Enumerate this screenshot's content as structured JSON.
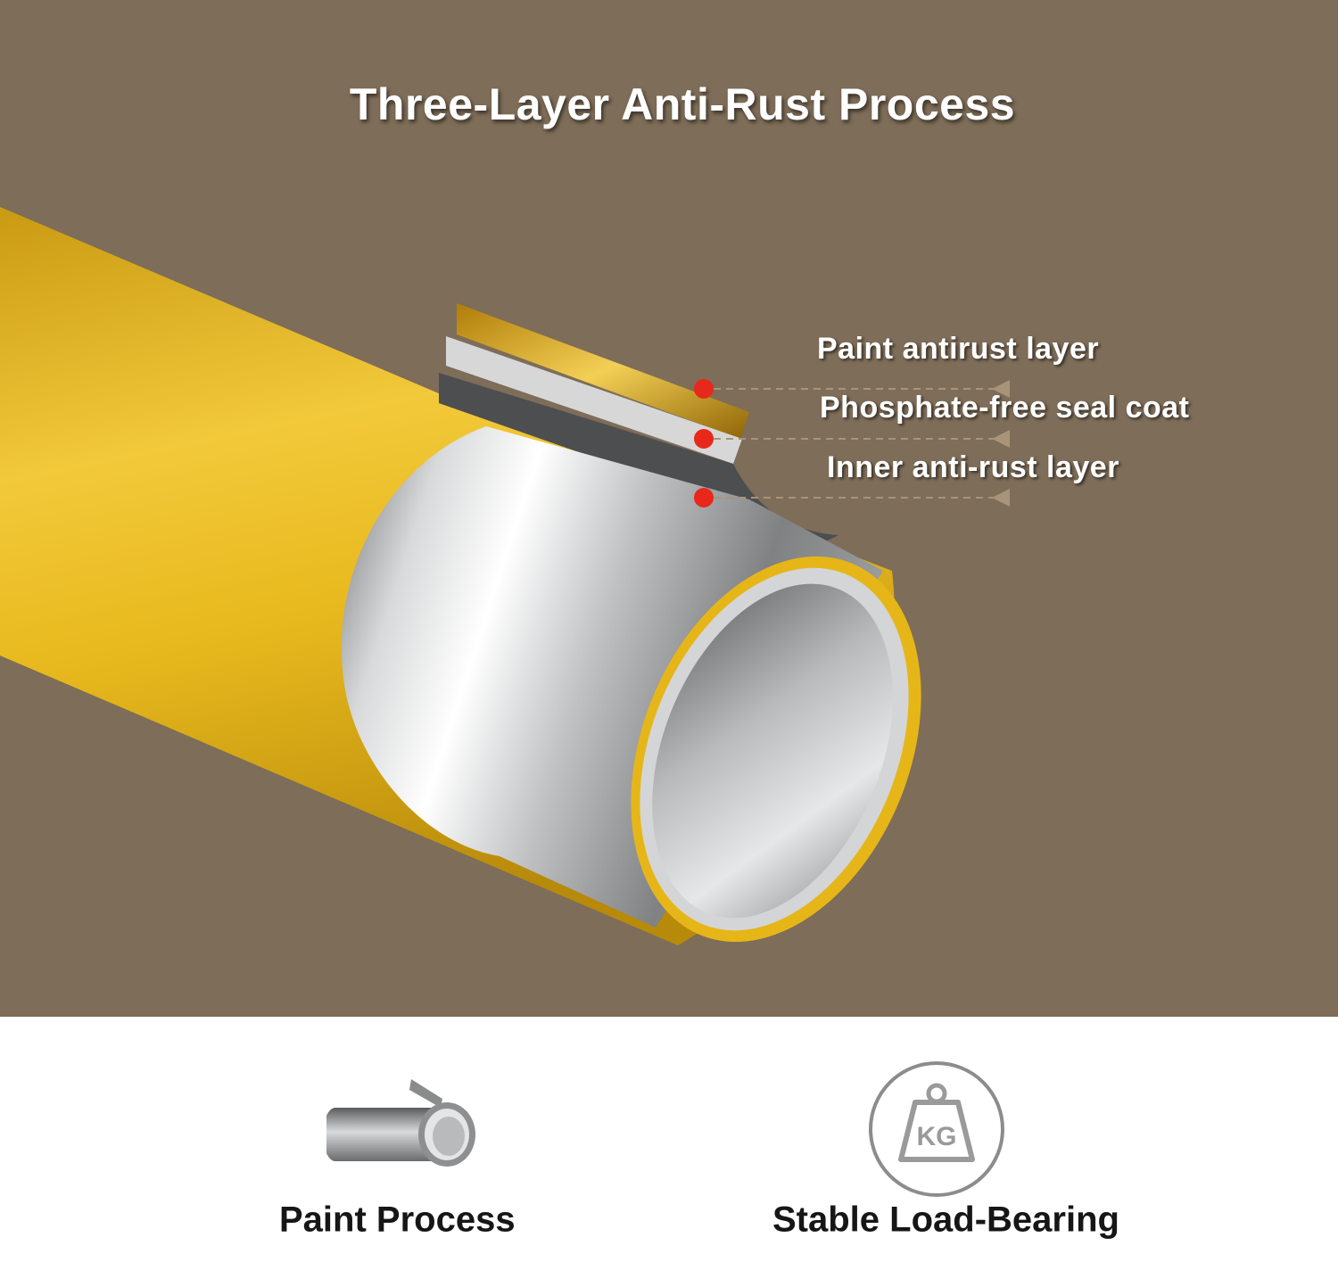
{
  "hero": {
    "title": "Three-Layer Anti-Rust Process",
    "layers": [
      {
        "label": "Paint antirust layer"
      },
      {
        "label": "Phosphate-free seal coat"
      },
      {
        "label": "Inner anti-rust layer"
      }
    ],
    "colors": {
      "background": "#7e6d58",
      "tube_gold": "#e8b91e",
      "steel": "#c9cbcd",
      "marker": "#e8281b"
    }
  },
  "features": [
    {
      "label": "Paint Process",
      "icon": "tube-cutaway-icon"
    },
    {
      "label": "Stable Load-Bearing",
      "icon": "kg-weight-icon",
      "icon_text": "KG"
    }
  ]
}
